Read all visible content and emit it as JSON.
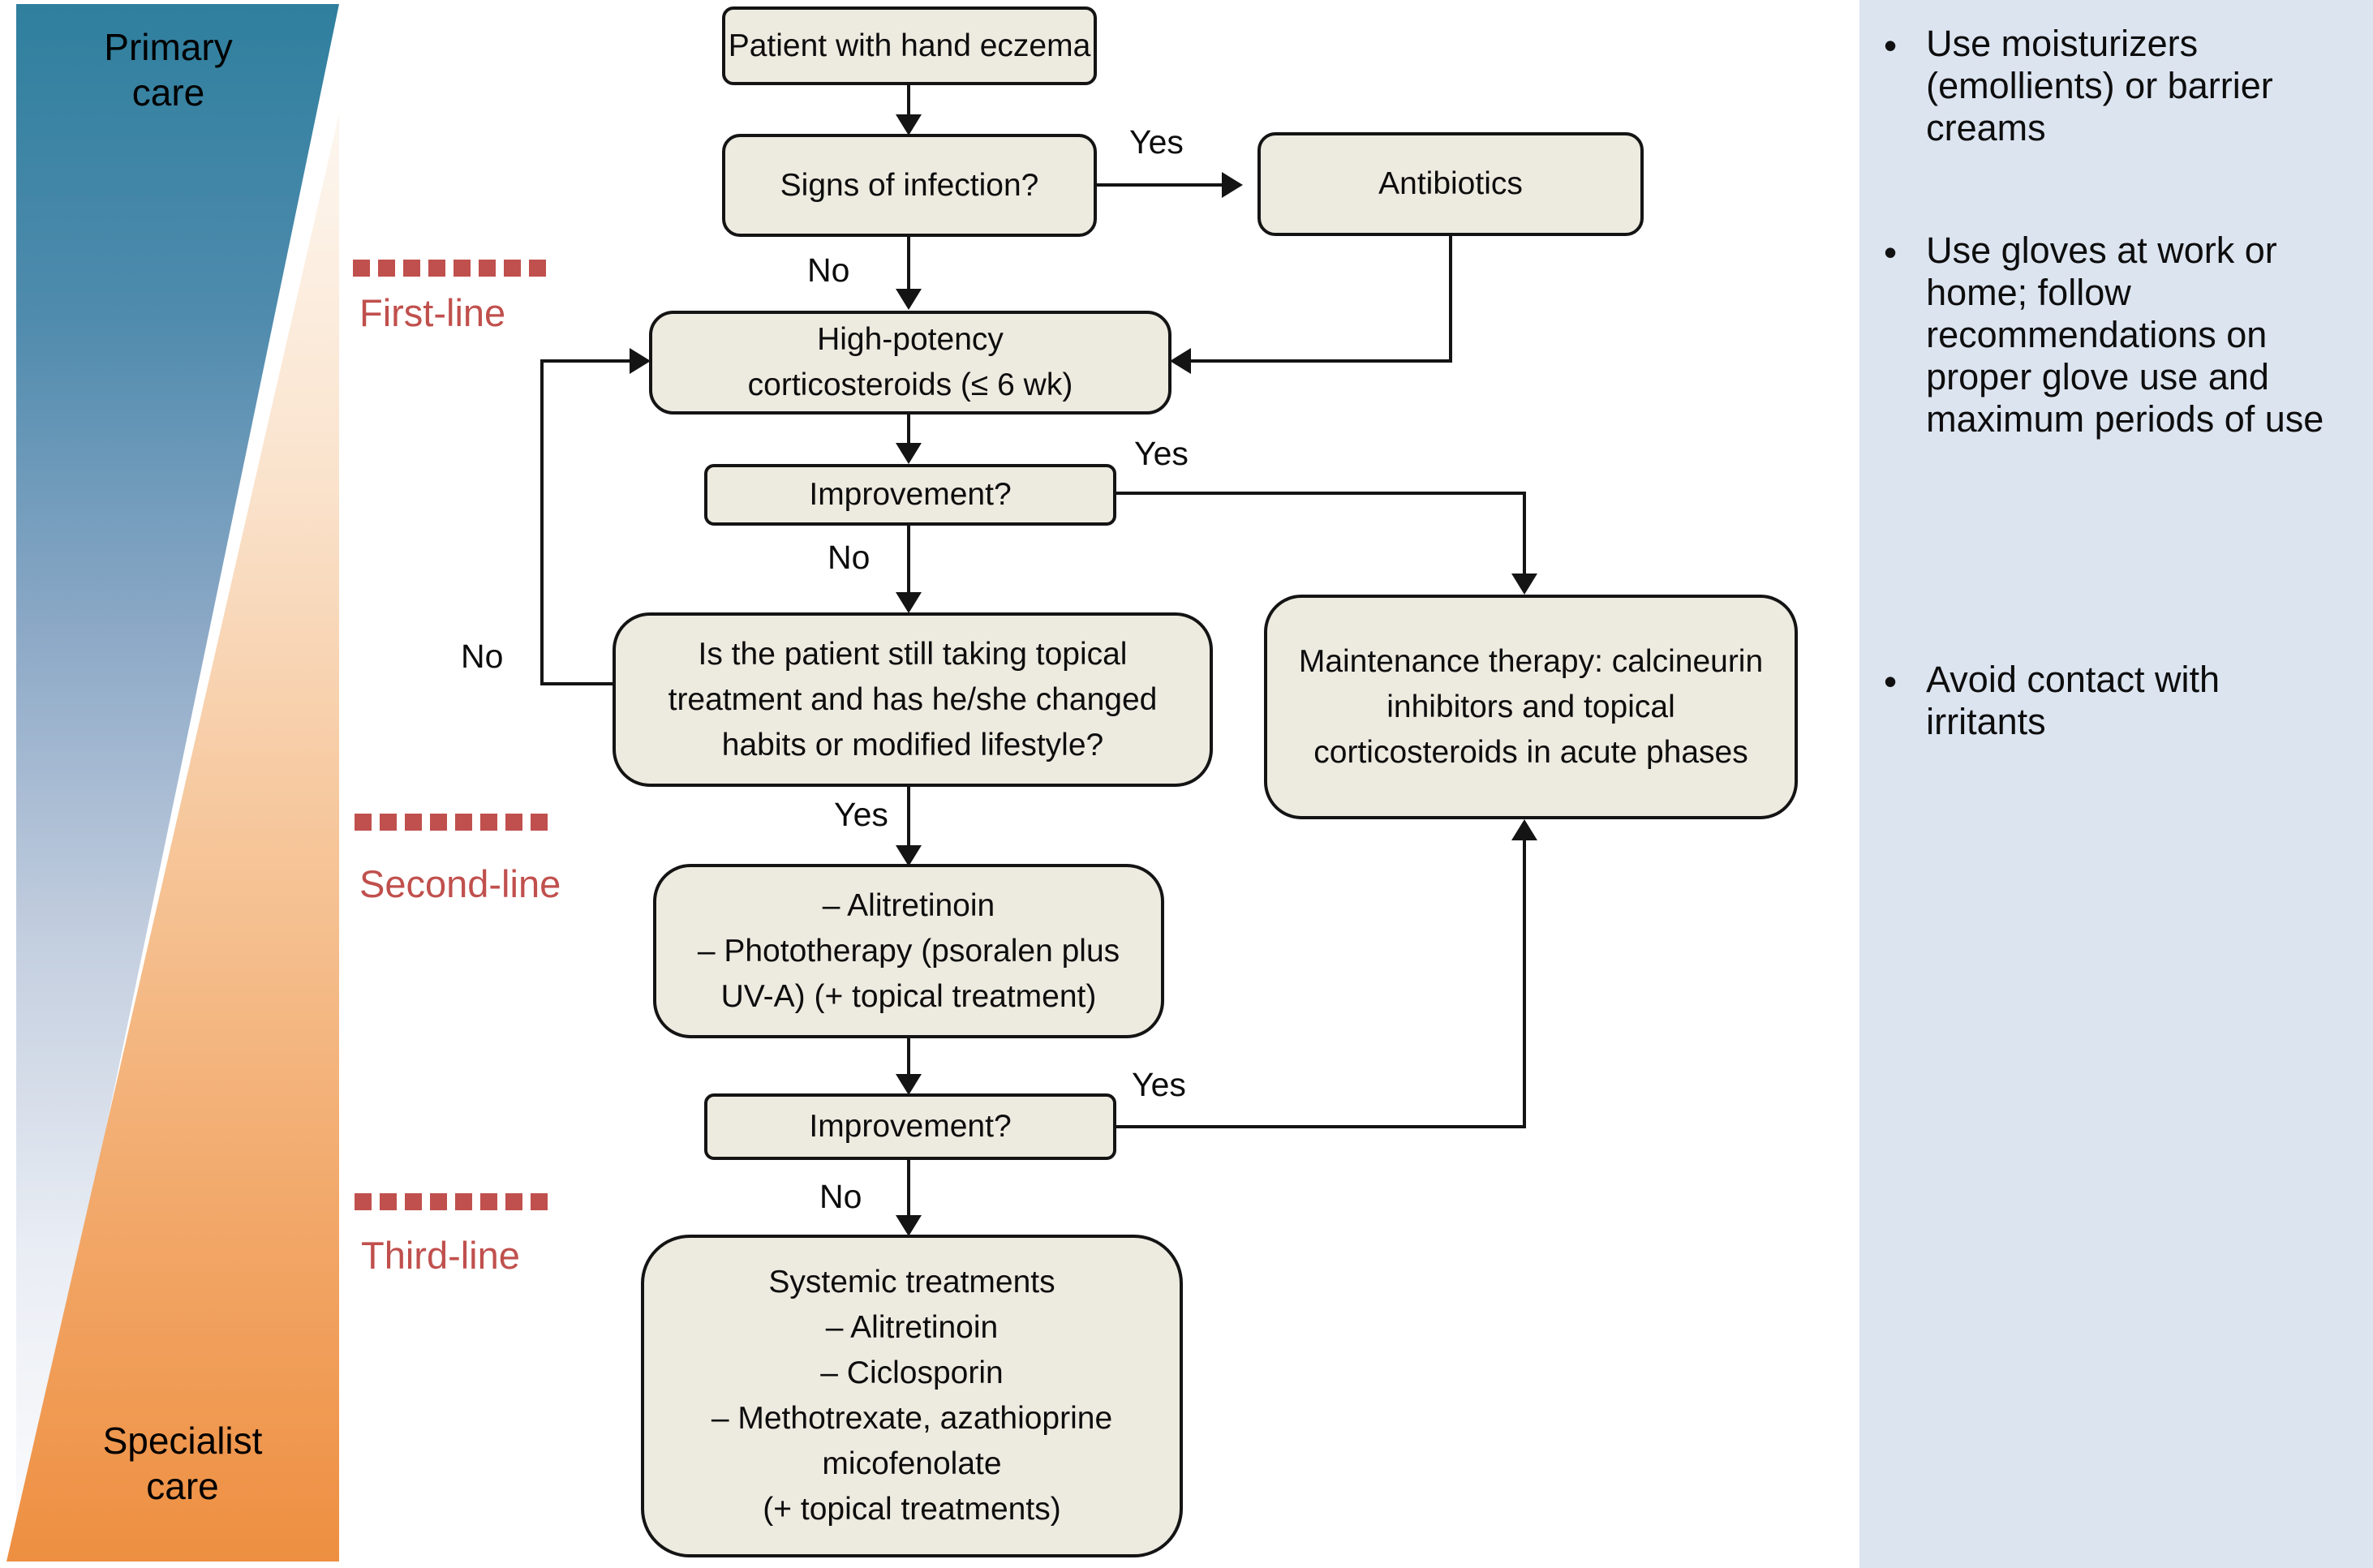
{
  "left_panel": {
    "top": "Primary care",
    "bottom": "Specialist care"
  },
  "stages": {
    "first": "First-line",
    "second": "Second-line",
    "third": "Third-line"
  },
  "flowchart": {
    "patient": "Patient with hand eczema",
    "signs": "Signs of infection?",
    "antibiotics": "Antibiotics",
    "cortico": {
      "lines": [
        "High-potency",
        "corticosteroids (≤ 6 wk)"
      ]
    },
    "improvement1": "Improvement?",
    "question": {
      "lines": [
        "Is the patient still taking topical",
        "treatment and has he/she changed",
        "habits or modified lifestyle?"
      ]
    },
    "maintenance": {
      "lines": [
        "Maintenance therapy: calcineurin",
        "inhibitors and topical",
        "corticosteroids in acute phases"
      ]
    },
    "secondline": {
      "lines": [
        "– Alitretinoin",
        "– Phototherapy (psoralen plus",
        "UV-A) (+ topical treatment)"
      ]
    },
    "improvement2": "Improvement?",
    "third": {
      "lines": [
        "Systemic treatments",
        "– Alitretinoin",
        "– Ciclosporin",
        "– Methotrexate, azathioprine",
        "micofenolate",
        "(+ topical treatments)"
      ]
    },
    "labels": {
      "yes_infection": "Yes",
      "no_infection": "No",
      "yes_improve1": "Yes",
      "no_improve1": "No",
      "no_loop": "No",
      "yes_question": "Yes",
      "yes_improve2": "Yes",
      "no_improve2": "No"
    }
  },
  "sidebar": {
    "bullet_glyph": "•",
    "bullets": [
      "Use moisturizers (emollients) or barrier creams",
      "Use gloves at work or home; follow recommendations on proper glove use and maximum periods of use",
      "Avoid contact with irritants"
    ]
  },
  "colors": {
    "accent_red": "#c0504d",
    "box_fill": "#edeae0",
    "sidebar_bg": "#dce4f0",
    "teal_top": "#2f7f9e",
    "orange_bottom": "#ee8f41"
  }
}
